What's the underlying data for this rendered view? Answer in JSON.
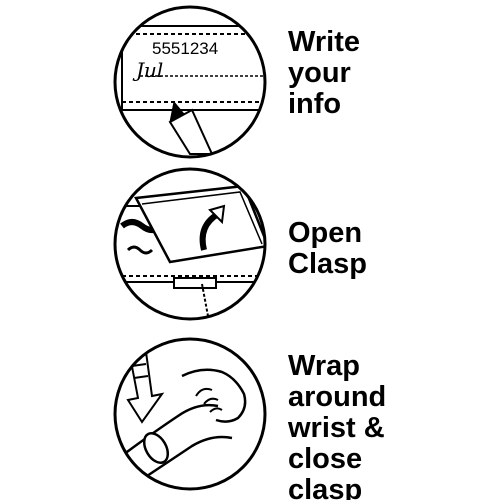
{
  "colors": {
    "ink": "#000000",
    "background": "#ffffff"
  },
  "steps": [
    {
      "icon": "pen-writing-on-band-icon",
      "caption_lines": [
        "Write",
        "your",
        "info"
      ],
      "band_text_printed": "5551234",
      "band_text_handwritten": "Jul"
    },
    {
      "icon": "open-clasp-icon",
      "caption_lines": [
        "Open",
        "Clasp"
      ]
    },
    {
      "icon": "wrap-wrist-icon",
      "caption_lines": [
        "Wrap",
        "around",
        "wrist &",
        "close",
        "clasp"
      ]
    }
  ]
}
